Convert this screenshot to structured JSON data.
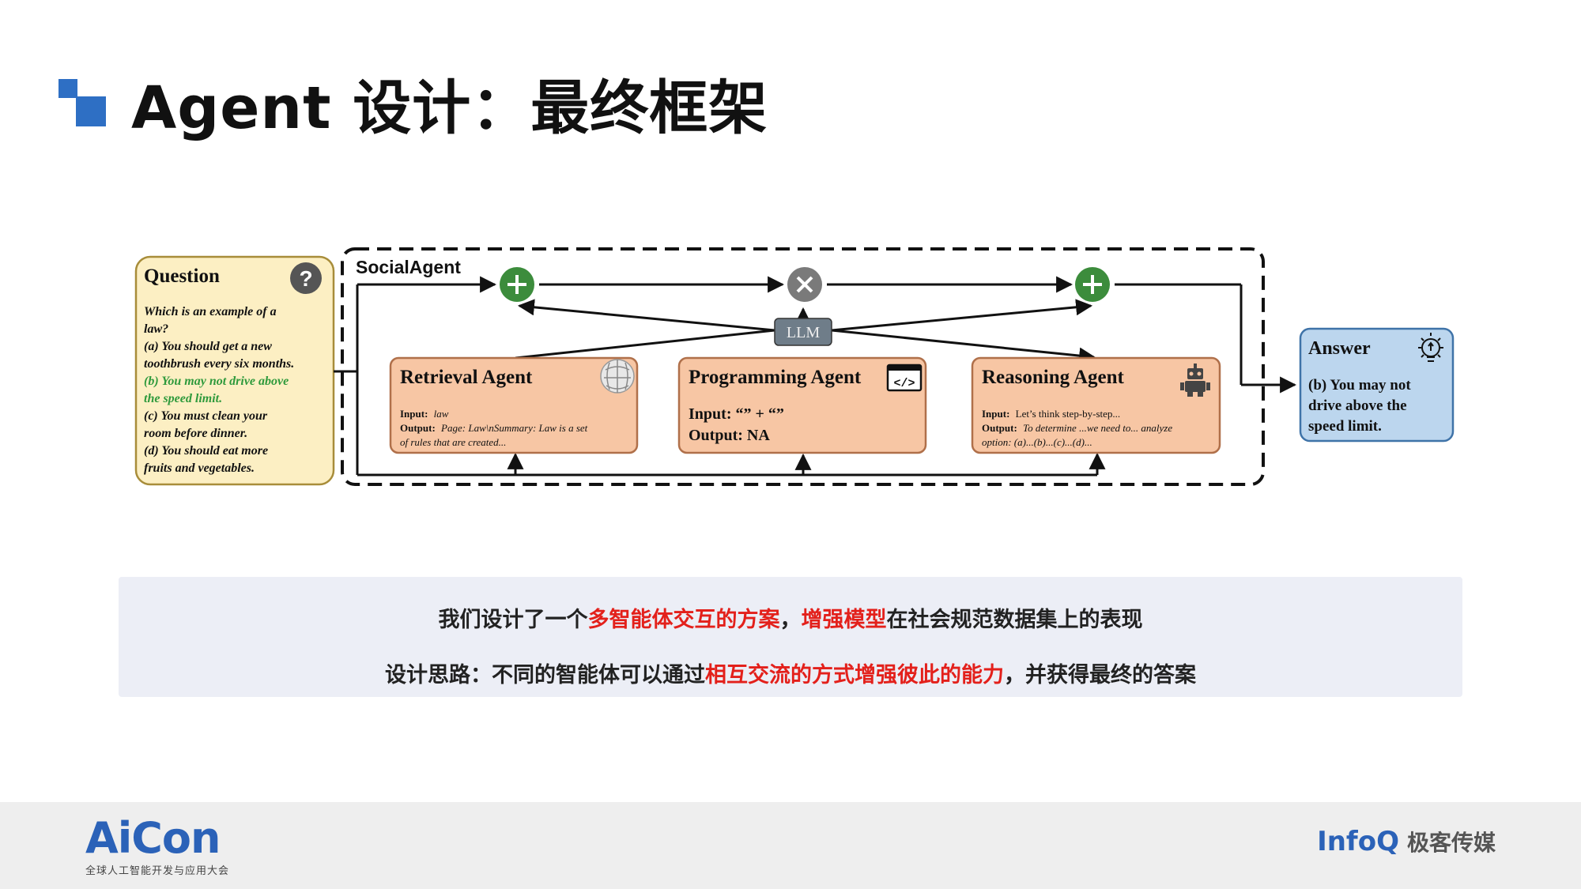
{
  "title": "Agent 设计：最终框架",
  "diagram": {
    "question": {
      "heading": "Question",
      "lines": [
        "Which is an example of a",
        "law?",
        "(a) You should get a new",
        "toothbrush every six months.",
        "(b) You may not drive above",
        "the speed limit.",
        "(c) You must clean your",
        "room before dinner.",
        "(d) You should eat more",
        "fruits and vegetables."
      ],
      "icon_glyph": "?"
    },
    "social_agent_label": "SocialAgent",
    "llm_label": "LLM",
    "retrieval": {
      "heading": "Retrieval Agent",
      "input_key": "Input:",
      "input_val": "law",
      "output_key": "Output:",
      "output_val": "Page: Law\\nSummary: Law is a set",
      "output_val2": "of rules that are created..."
    },
    "programming": {
      "heading": "Programming Agent",
      "input_line": "Input: “” + “”",
      "output_line": "Output: NA",
      "icon_glyph": "</>"
    },
    "reasoning": {
      "heading": "Reasoning Agent",
      "input_key": "Input:",
      "input_val": "Let’s think step-by-step...",
      "output_key": "Output:",
      "output_val": "To determine ...we need to... analyze",
      "output_val2": "option: (a)...(b)...(c)...(d)..."
    },
    "answer": {
      "heading": "Answer",
      "lines": [
        "(b) You may not",
        "drive above the",
        "speed limit."
      ]
    },
    "icons": {
      "plus": "plus-circle-icon",
      "times": "times-circle-icon",
      "question": "question-mark-icon",
      "wikipedia": "wikipedia-globe-icon",
      "code": "code-window-icon",
      "robot": "robot-icon",
      "bulb": "lightbulb-icon"
    },
    "colors": {
      "question_fill": "#fcefc3",
      "question_border": "#a88d3a",
      "highlight_green": "#2f9a3c",
      "agent_fill": "#f7c6a4",
      "agent_border": "#b0704a",
      "answer_fill": "#bcd6ee",
      "answer_border": "#3f73a8",
      "op_green": "#3c8c3c",
      "op_gray": "#7a7a7a",
      "llm_fill": "#6f7d89"
    }
  },
  "summary": {
    "line1": [
      {
        "t": "我们设计了一个",
        "hl": false
      },
      {
        "t": "多智能体交互的方案",
        "hl": true
      },
      {
        "t": "，",
        "hl": false
      },
      {
        "t": "增强模型",
        "hl": true
      },
      {
        "t": "在社会规范数据集上的表现",
        "hl": false
      }
    ],
    "line2": [
      {
        "t": "设计思路：不同的智能体可以通过",
        "hl": false
      },
      {
        "t": "相互交流的方式增强彼此的能力",
        "hl": true
      },
      {
        "t": "，并获得最终的答案",
        "hl": false
      }
    ],
    "highlight_color": "#e3201b"
  },
  "footer": {
    "aicon_name": "AiCon",
    "aicon_sub": "全球人工智能开发与应用大会",
    "infoq_name": "InfoQ",
    "infoq_cn": "极客传媒"
  }
}
